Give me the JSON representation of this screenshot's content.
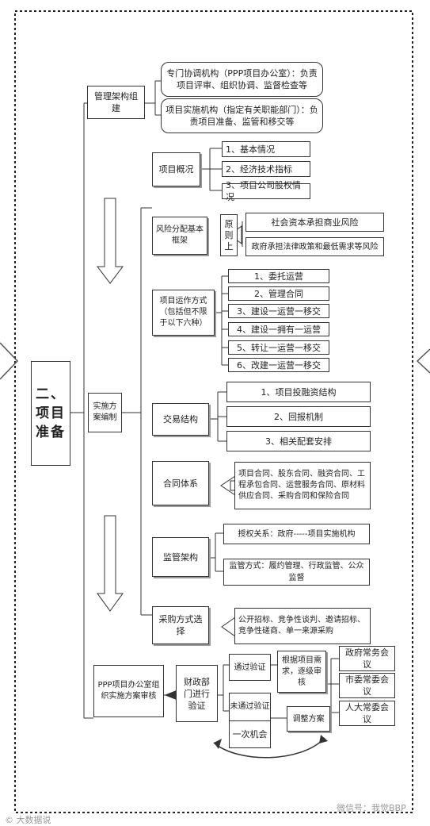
{
  "diagram": {
    "stage_title": "二、项目准备",
    "management": {
      "label": "管理架构组建",
      "items": [
        "专门协调机构（PPP项目办公室）：负责项目评审、组织协调、监督检查等",
        "项目实施机构（指定有关职能部门）：负责项目准备、监管和移交等"
      ]
    },
    "plan": {
      "label": "实施方案编制",
      "overview": {
        "label": "项目概况",
        "items": [
          "1、基本情况",
          "2、经济技术指标",
          "3、项目公司股权情况"
        ]
      },
      "risk": {
        "label": "风险分配基本框架",
        "principle": "原则上",
        "items": [
          "社会资本承担商业风险",
          "政府承担法律政策和最低需求等风险"
        ]
      },
      "operation": {
        "label": "项目运作方式（包括但不限于以下六种）",
        "items": [
          "1、委托运营",
          "2、管理合同",
          "3、建设一运营一移交",
          "4、建设一拥有一运营",
          "5、转让一运营一移交",
          "6、改建一运营一移交"
        ]
      },
      "trade": {
        "label": "交易结构",
        "items": [
          "1、项目投融资结构",
          "2、回报机制",
          "3、相关配套安排"
        ]
      },
      "contract": {
        "label": "合同体系",
        "detail": "项目合同、股东合同、融资合同、工程承包合同、运营服务合同、原材料供应合同、采购合同和保险合同"
      },
      "supervision": {
        "label": "监管架构",
        "items": [
          "授权关系：政府-----项目实施机构",
          "监管方式：履约管理、行政监管、公众监督"
        ]
      },
      "procurement": {
        "label": "采购方式选择",
        "detail": "公开招标、竞争性谈判、邀请招标、竞争性磋商、单一来源采购"
      }
    },
    "review": {
      "label": "PPP项目办公室组织实施方案审核",
      "finance": "财政部门进行验证",
      "pass": "通过验证",
      "pass_detail": "根据项目需求，逐级审核",
      "fail": "未通过验证",
      "adjust": "调整方案",
      "once": "一次机会",
      "councils": [
        "政府常务会议",
        "市委常委会议",
        "人大常委会议"
      ]
    }
  },
  "watermarks": {
    "left": "© 大数据说",
    "right": "微信号：我觉BBP"
  }
}
